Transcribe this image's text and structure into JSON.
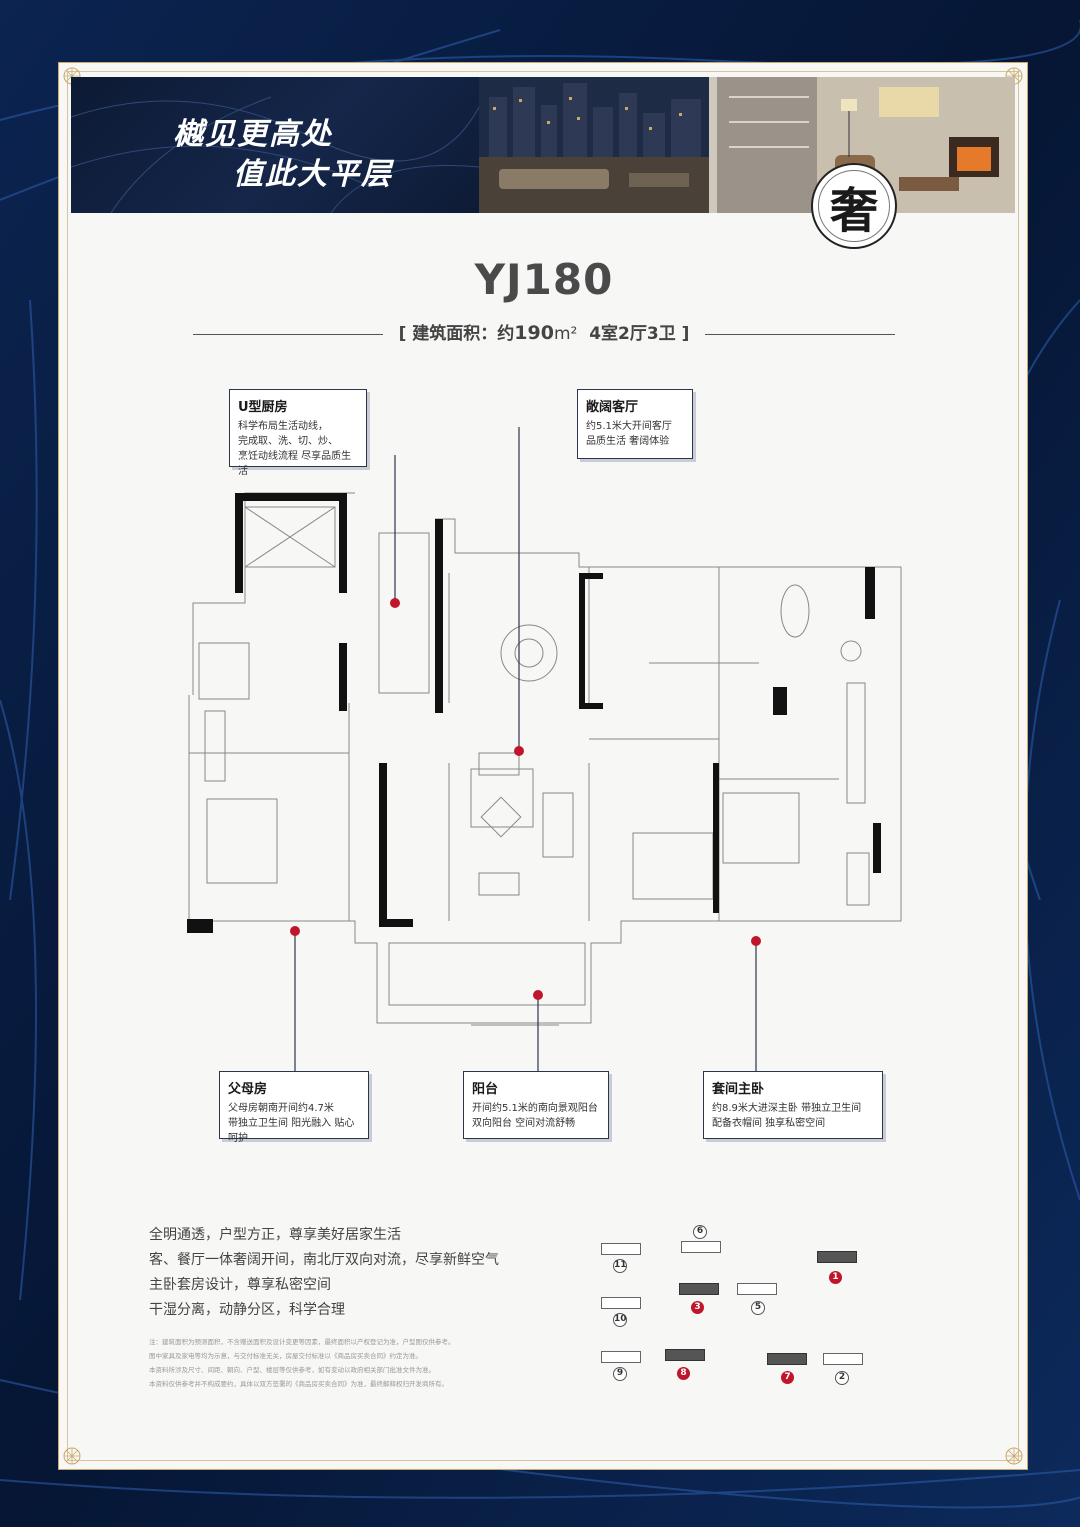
{
  "banner": {
    "slogan_line1": "樾见更高处",
    "slogan_line2": "值此大平层",
    "badge_char": "奢"
  },
  "title": "YJ180",
  "subtitle": {
    "open": "[",
    "area_label": "建筑面积：约",
    "area_value": "190",
    "area_unit": "m²",
    "layout": "4室2厅3卫",
    "close": "]"
  },
  "callouts": [
    {
      "title": "U型厨房",
      "desc": "科学布局生活动线，\n完成取、洗、切、炒、\n烹饪动线流程 尽享品质生活"
    },
    {
      "title": "敞阔客厅",
      "desc": "约5.1米大开间客厅\n品质生活 奢阔体验"
    },
    {
      "title": "父母房",
      "desc": "父母房朝南开间约4.7米\n带独立卫生间 阳光融入 贴心呵护"
    },
    {
      "title": "阳台",
      "desc": "开间约5.1米的南向景观阳台\n双向阳台 空间对流舒畅"
    },
    {
      "title": "套间主卧",
      "desc": "约8.9米大进深主卧 带独立卫生间\n配备衣帽间 独享私密空间"
    }
  ],
  "features": [
    "全明通透，户型方正，尊享美好居家生活",
    "客、餐厅一体奢阔开间，南北厅双向对流，尽享新鲜空气",
    "主卧套房设计，尊享私密空间",
    "干湿分离，动静分区，科学合理"
  ],
  "fine_print": [
    "注：建筑面积为预测面积，不含赠送面积及设计变更等因素，最终面积以产权登记为准，户型图仅供参考。",
    "图中家具及家电等均为示意，与交付标准无关，房屋交付标准以《商品房买卖合同》约定为准。",
    "本资料所涉及尺寸、间距、朝向、户型、楼层等仅供参考，如有变动以政府相关部门批准文件为准。",
    "本资料仅供参考并不构成要约，具体以双方签署的《商品房买卖合同》为准，最终解释权归开发商所有。"
  ],
  "keyplan": {
    "buildings": [
      {
        "num": "1",
        "style": "red",
        "filled": true
      },
      {
        "num": "2",
        "style": "outline",
        "filled": false
      },
      {
        "num": "3",
        "style": "red",
        "filled": true
      },
      {
        "num": "5",
        "style": "dark",
        "filled": false
      },
      {
        "num": "6",
        "style": "dark",
        "filled": false
      },
      {
        "num": "7",
        "style": "red",
        "filled": true
      },
      {
        "num": "8",
        "style": "red",
        "filled": true
      },
      {
        "num": "9",
        "style": "dark",
        "filled": false
      },
      {
        "num": "10",
        "style": "dark",
        "filled": false
      },
      {
        "num": "11",
        "style": "dark",
        "filled": false
      }
    ]
  },
  "colors": {
    "accent_red": "#c0152a",
    "navy": "#0a1a3a",
    "gold": "#c9a96a"
  }
}
